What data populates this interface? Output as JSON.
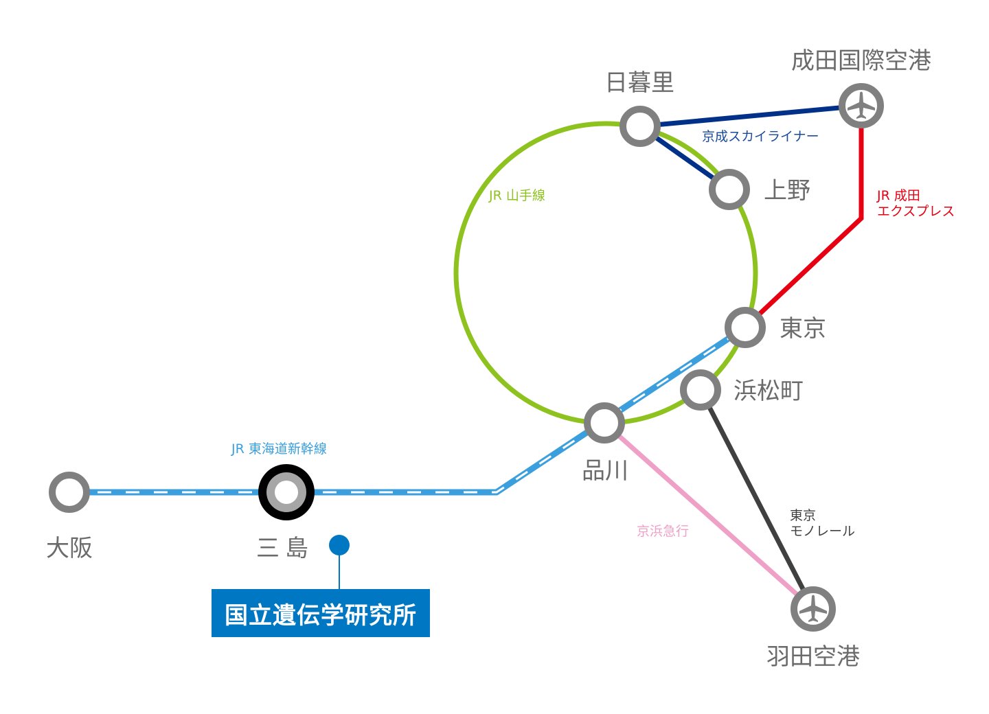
{
  "stations": {
    "nippori": "日暮里",
    "ueno": "上野",
    "tokyo": "東京",
    "hamamatsucho": "浜松町",
    "shinagawa": "品川",
    "osaka": "大阪",
    "mishima": "三島",
    "narita": "成田国際空港",
    "haneda": "羽田空港"
  },
  "lines": {
    "yamanote": "JR 山手線",
    "skyliner": "京成スカイライナー",
    "nex_1": "JR 成田",
    "nex_2": "エクスプレス",
    "shinkansen": "JR 東海道新幹線",
    "keikyu": "京浜急行",
    "monorail_1": "東京",
    "monorail_2": "モノレール"
  },
  "institute": "国立遺伝学研究所",
  "colors": {
    "yamanote": "#8dc21f",
    "skyliner": "#003087",
    "nex": "#e60012",
    "shinkansen": "#3a9fdc",
    "keikyu": "#eea0c7",
    "monorail": "#404040",
    "institute": "#0077c2",
    "station": "#808080"
  }
}
